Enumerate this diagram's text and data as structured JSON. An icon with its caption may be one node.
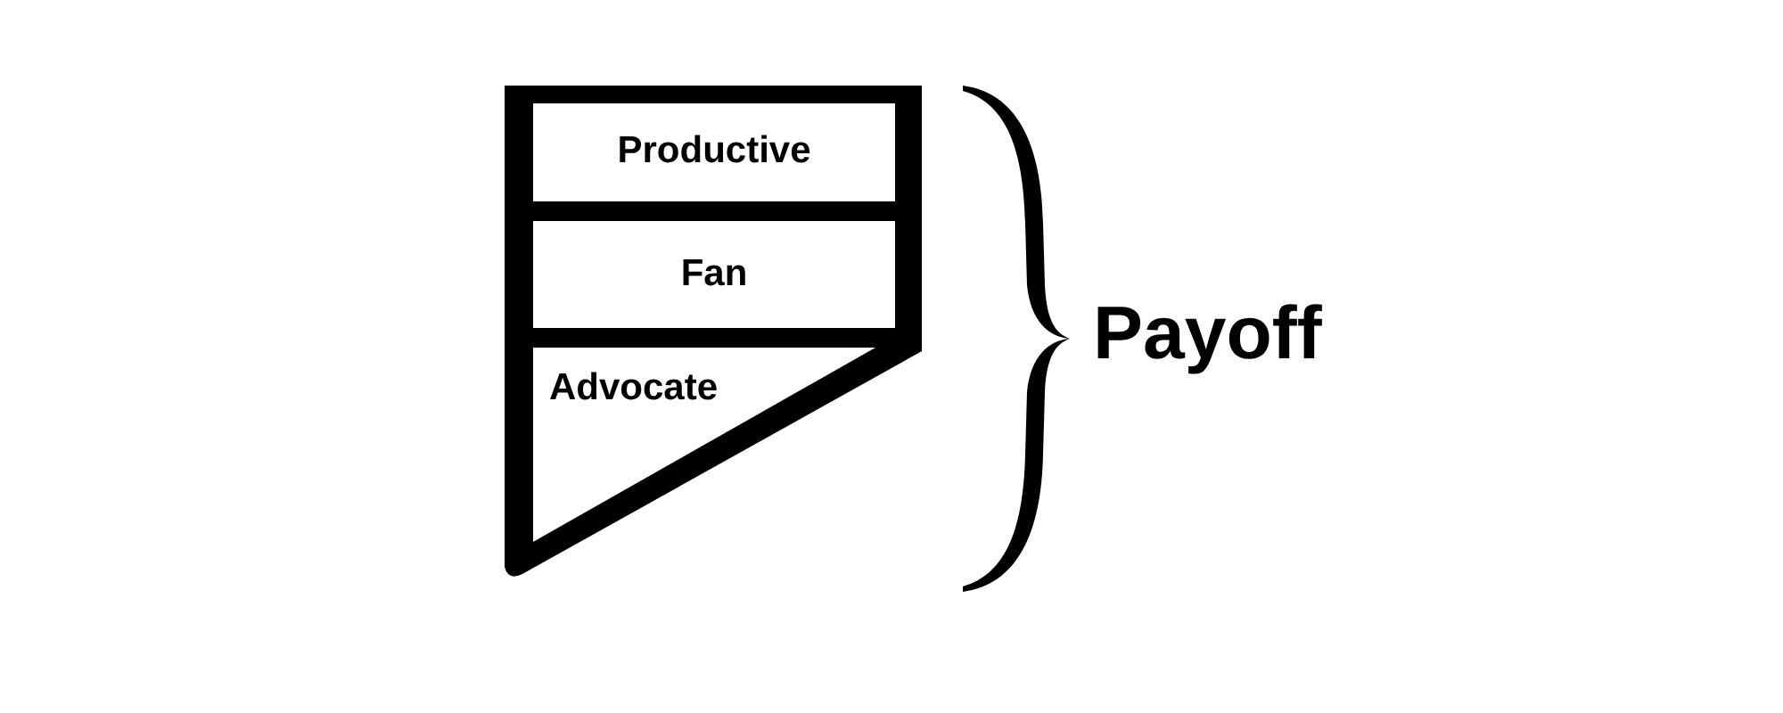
{
  "diagram": {
    "nodes": [
      {
        "text": [],
        "shape": "box"
      },
      {
        "text": [
          "Productive"
        ],
        "in": 0
      },
      {
        "text": [
          "Fan"
        ],
        "in": 0
      },
      {
        "text": [
          "Advocate"
        ],
        "in": 0
      }
    ],
    "labels": [
      "Payoff"
    ]
  }
}
